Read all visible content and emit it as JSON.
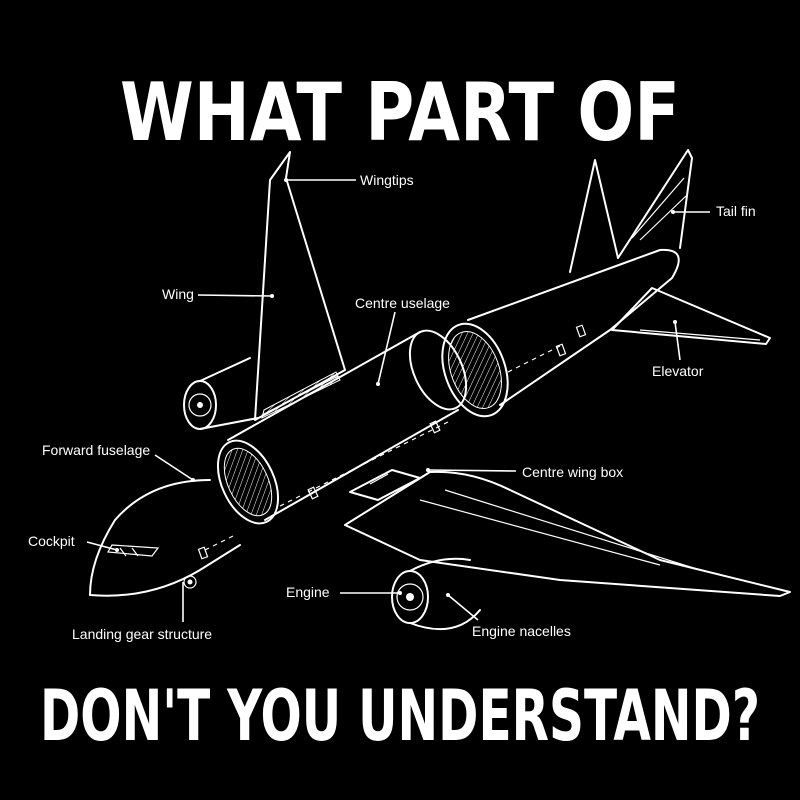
{
  "headline": {
    "top": "WHAT PART OF",
    "bottom": "DON'T YOU UNDERSTAND?"
  },
  "labels": {
    "wingtips": "Wingtips",
    "tail_fin": "Tail fin",
    "wing": "Wing",
    "centre_fuselage": "Centre uselage",
    "elevator": "Elevator",
    "forward_fuselage": "Forward fuselage",
    "centre_wing_box": "Centre wing box",
    "cockpit": "Cockpit",
    "engine": "Engine",
    "engine_nacelles": "Engine nacelles",
    "landing_gear": "Landing gear structure"
  },
  "colors": {
    "background": "#000000",
    "ink": "#ffffff"
  }
}
